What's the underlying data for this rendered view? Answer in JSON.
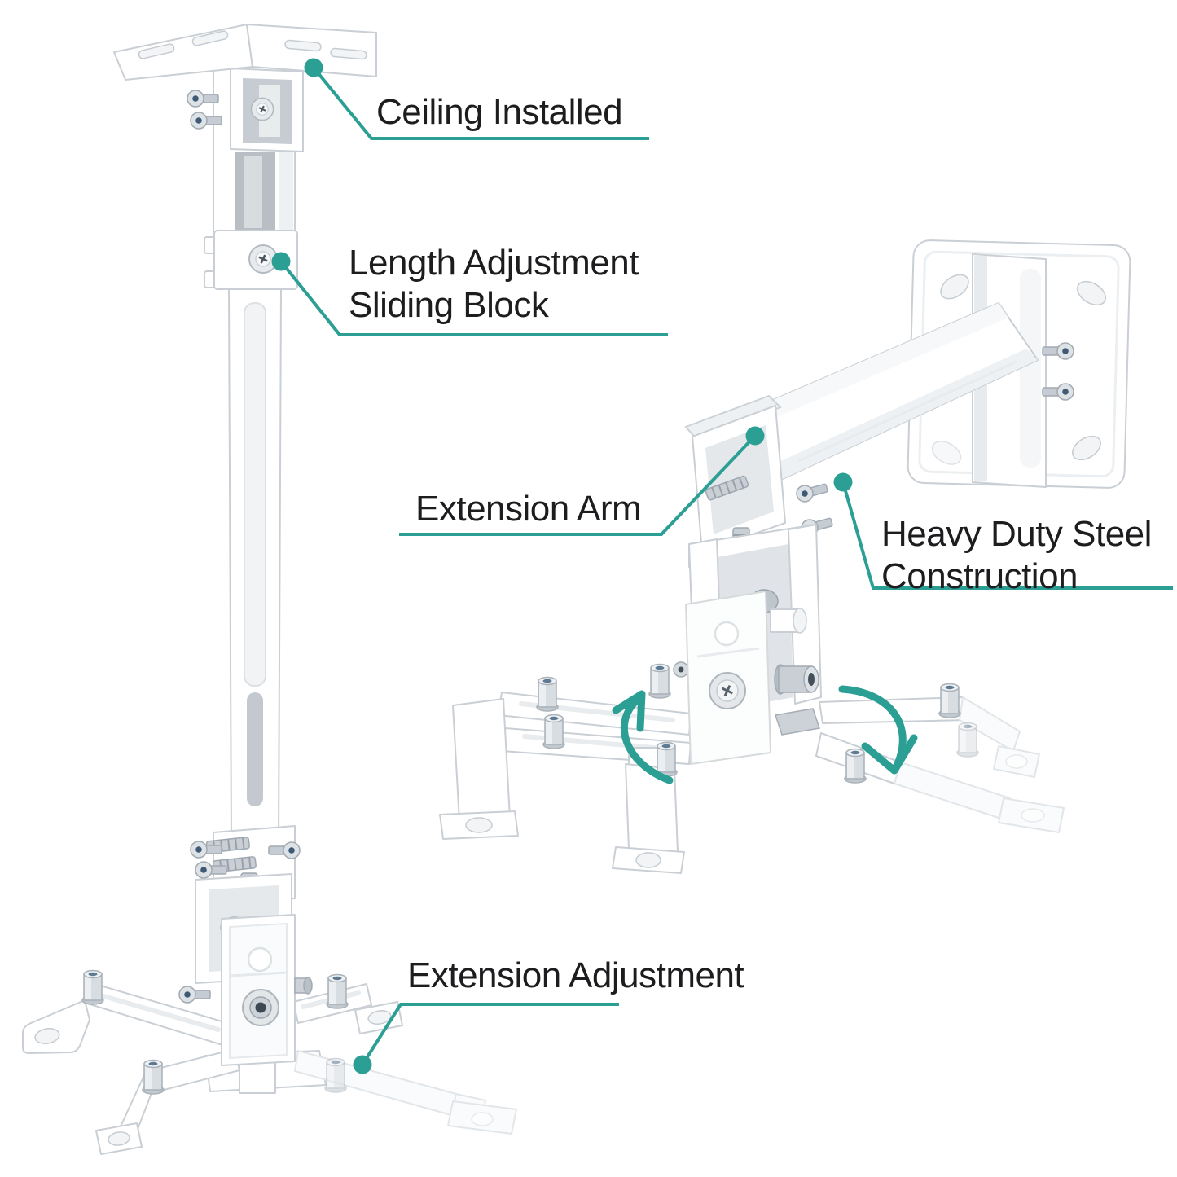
{
  "colors": {
    "accent_teal": "#2C9F95",
    "text": "#1D1D1F",
    "background": "#FFFFFF"
  },
  "callouts": {
    "ceiling_installed": {
      "label": "Ceiling Installed"
    },
    "length_adjustment": {
      "line1": "Length Adjustment",
      "line2": "Sliding Block"
    },
    "extension_arm": {
      "label": "Extension Arm"
    },
    "heavy_duty_steel": {
      "line1": "Heavy Duty Steel",
      "line2": "Construction"
    },
    "extension_adjustment": {
      "label": "Extension Adjustment"
    }
  }
}
